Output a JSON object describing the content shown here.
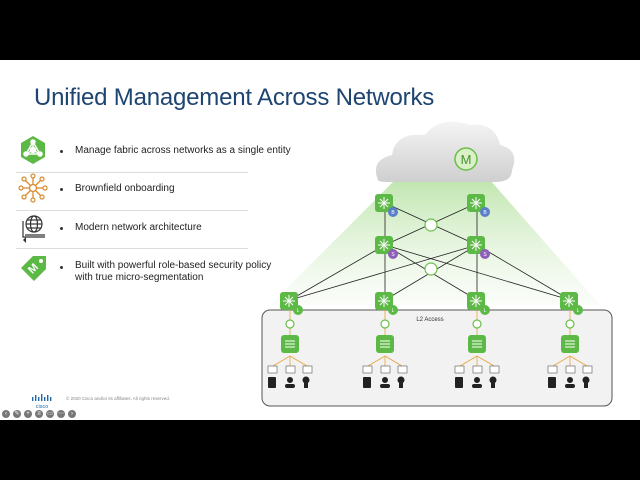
{
  "slide": {
    "title": "Unified Management Across Networks",
    "bullets": [
      {
        "icon": "fabric-hub-icon",
        "lines": [
          "Manage fabric across networks as a single entity"
        ]
      },
      {
        "icon": "brownfield-nodes-icon",
        "lines": [
          "Brownfield onboarding"
        ]
      },
      {
        "icon": "globe-architecture-icon",
        "lines": [
          "Modern network architecture"
        ]
      },
      {
        "icon": "security-tag-icon",
        "lines": [
          "Built with powerful role-based security policy",
          "with true micro-segmentation"
        ]
      }
    ],
    "footer": {
      "brand": "cisco",
      "copyright": "© 2020  Cisco and/or its affiliates. All rights reserved."
    }
  },
  "diagram": {
    "cloud_label": "M",
    "access_label": "L2 Access",
    "spine_badges": [
      "B",
      "B"
    ],
    "mid_badges": [
      "S",
      "S"
    ],
    "leaf_badges": [
      "L",
      "L",
      "L",
      "L"
    ],
    "colors": {
      "accent_green": "#6abf4b",
      "node_green": "#5cb946",
      "badge_blue": "#5b7fc9",
      "badge_purple": "#8e5fb8",
      "title_blue": "#1e4471",
      "endpoint_orange": "#f0a030"
    }
  },
  "toolbar": {
    "buttons": [
      "previous-slide-button",
      "pen-button",
      "zoom-button",
      "menu-button",
      "subtitles-button",
      "more-button",
      "next-slide-button"
    ]
  }
}
